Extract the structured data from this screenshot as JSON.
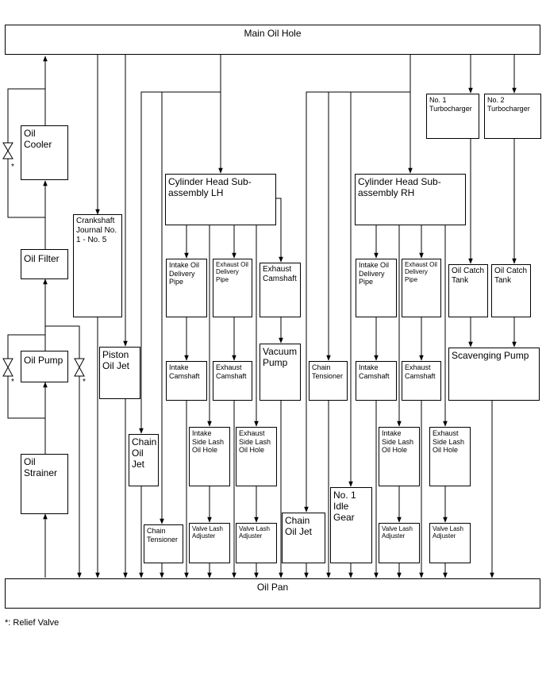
{
  "title_box": "Main Oil Hole",
  "bottom_box": "Oil Pan",
  "footnote": "*: Relief Valve",
  "valve_mark": "*",
  "components": {
    "oil_cooler": "Oil Cooler",
    "oil_filter": "Oil Filter",
    "oil_pump": "Oil Pump",
    "oil_strainer": "Oil Strainer",
    "crankshaft_journal": "Crankshaft Journal No. 1 - No. 5",
    "piston_oil_jet": "Piston Oil Jet",
    "chain_oil_jet_lh": "Chain Oil Jet",
    "chain_tensioner_lh": "Chain Tensioner",
    "cyl_head_lh": "Cylinder Head Sub-assembly LH",
    "intake_delivery_lh": "Intake Oil Delivery Pipe",
    "exhaust_delivery_lh": "Exhaust Oil Delivery Pipe",
    "exhaust_camshaft_lh": "Exhaust Camshaft",
    "intake_camshaft_lh": "Intake Camshaft",
    "exhaust_camshaft_lh2": "Exhaust Camshaft",
    "vacuum_pump": "Vacuum Pump",
    "intake_lash_lh": "Intake Side Lash Oil Hole",
    "exhaust_lash_lh": "Exhaust Side Lash Oil Hole",
    "valve_adj_lh1": "Valve Lash Adjuster",
    "valve_adj_lh2": "Valve Lash Adjuster",
    "chain_oil_jet_rh": "Chain Oil Jet",
    "chain_tensioner_rh": "Chain Tensioner",
    "idle_gear": "No. 1 Idle Gear",
    "cyl_head_rh": "Cylinder Head Sub-assembly RH",
    "intake_delivery_rh": "Intake Oil Delivery Pipe",
    "exhaust_delivery_rh": "Exhaust Oil Delivery Pipe",
    "intake_camshaft_rh": "Intake Camshaft",
    "exhaust_camshaft_rh": "Exhaust Camshaft",
    "intake_lash_rh": "Intake Side Lash Oil Hole",
    "exhaust_lash_rh": "Exhaust Side Lash Oil Hole",
    "valve_adj_rh1": "Valve Lash Adjuster",
    "valve_adj_rh2": "Valve Lash Adjuster",
    "turbo1": "No. 1 Turbocharger",
    "turbo2": "No. 2 Turbocharger",
    "catch_tank1": "Oil Catch Tank",
    "catch_tank2": "Oil Catch Tank",
    "scavenging_pump": "Scavenging Pump"
  }
}
